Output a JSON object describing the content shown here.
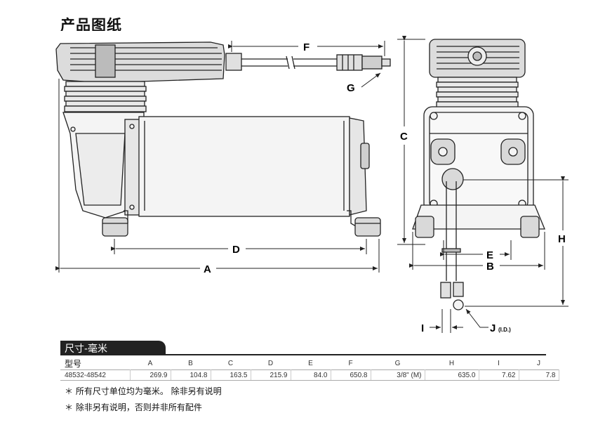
{
  "page_title": "产品图纸",
  "drawing": {
    "labels": {
      "A": "A",
      "B": "B",
      "C": "C",
      "D": "D",
      "E": "E",
      "F": "F",
      "G": "G",
      "H": "H",
      "I": "I",
      "J": "J",
      "J_sub": "(I.D.)"
    }
  },
  "dimensions": {
    "section_title": "尺寸-毫米",
    "header": [
      "型号",
      "A",
      "B",
      "C",
      "D",
      "E",
      "F",
      "G",
      "H",
      "I",
      "J"
    ],
    "row": [
      "48532-48542",
      "269.9",
      "104.8",
      "163.5",
      "215.9",
      "84.0",
      "650.8",
      "3/8\" (M)",
      "635.0",
      "7.62",
      "7.8"
    ]
  },
  "notes": [
    "＊ 所有尺寸单位均为毫米。 除非另有说明",
    "＊ 除非另有说明，否则并非所有配件"
  ],
  "colors": {
    "ink": "#222222",
    "body_fill": "#f4f4f4",
    "fin_fill": "#e9e9e9"
  }
}
